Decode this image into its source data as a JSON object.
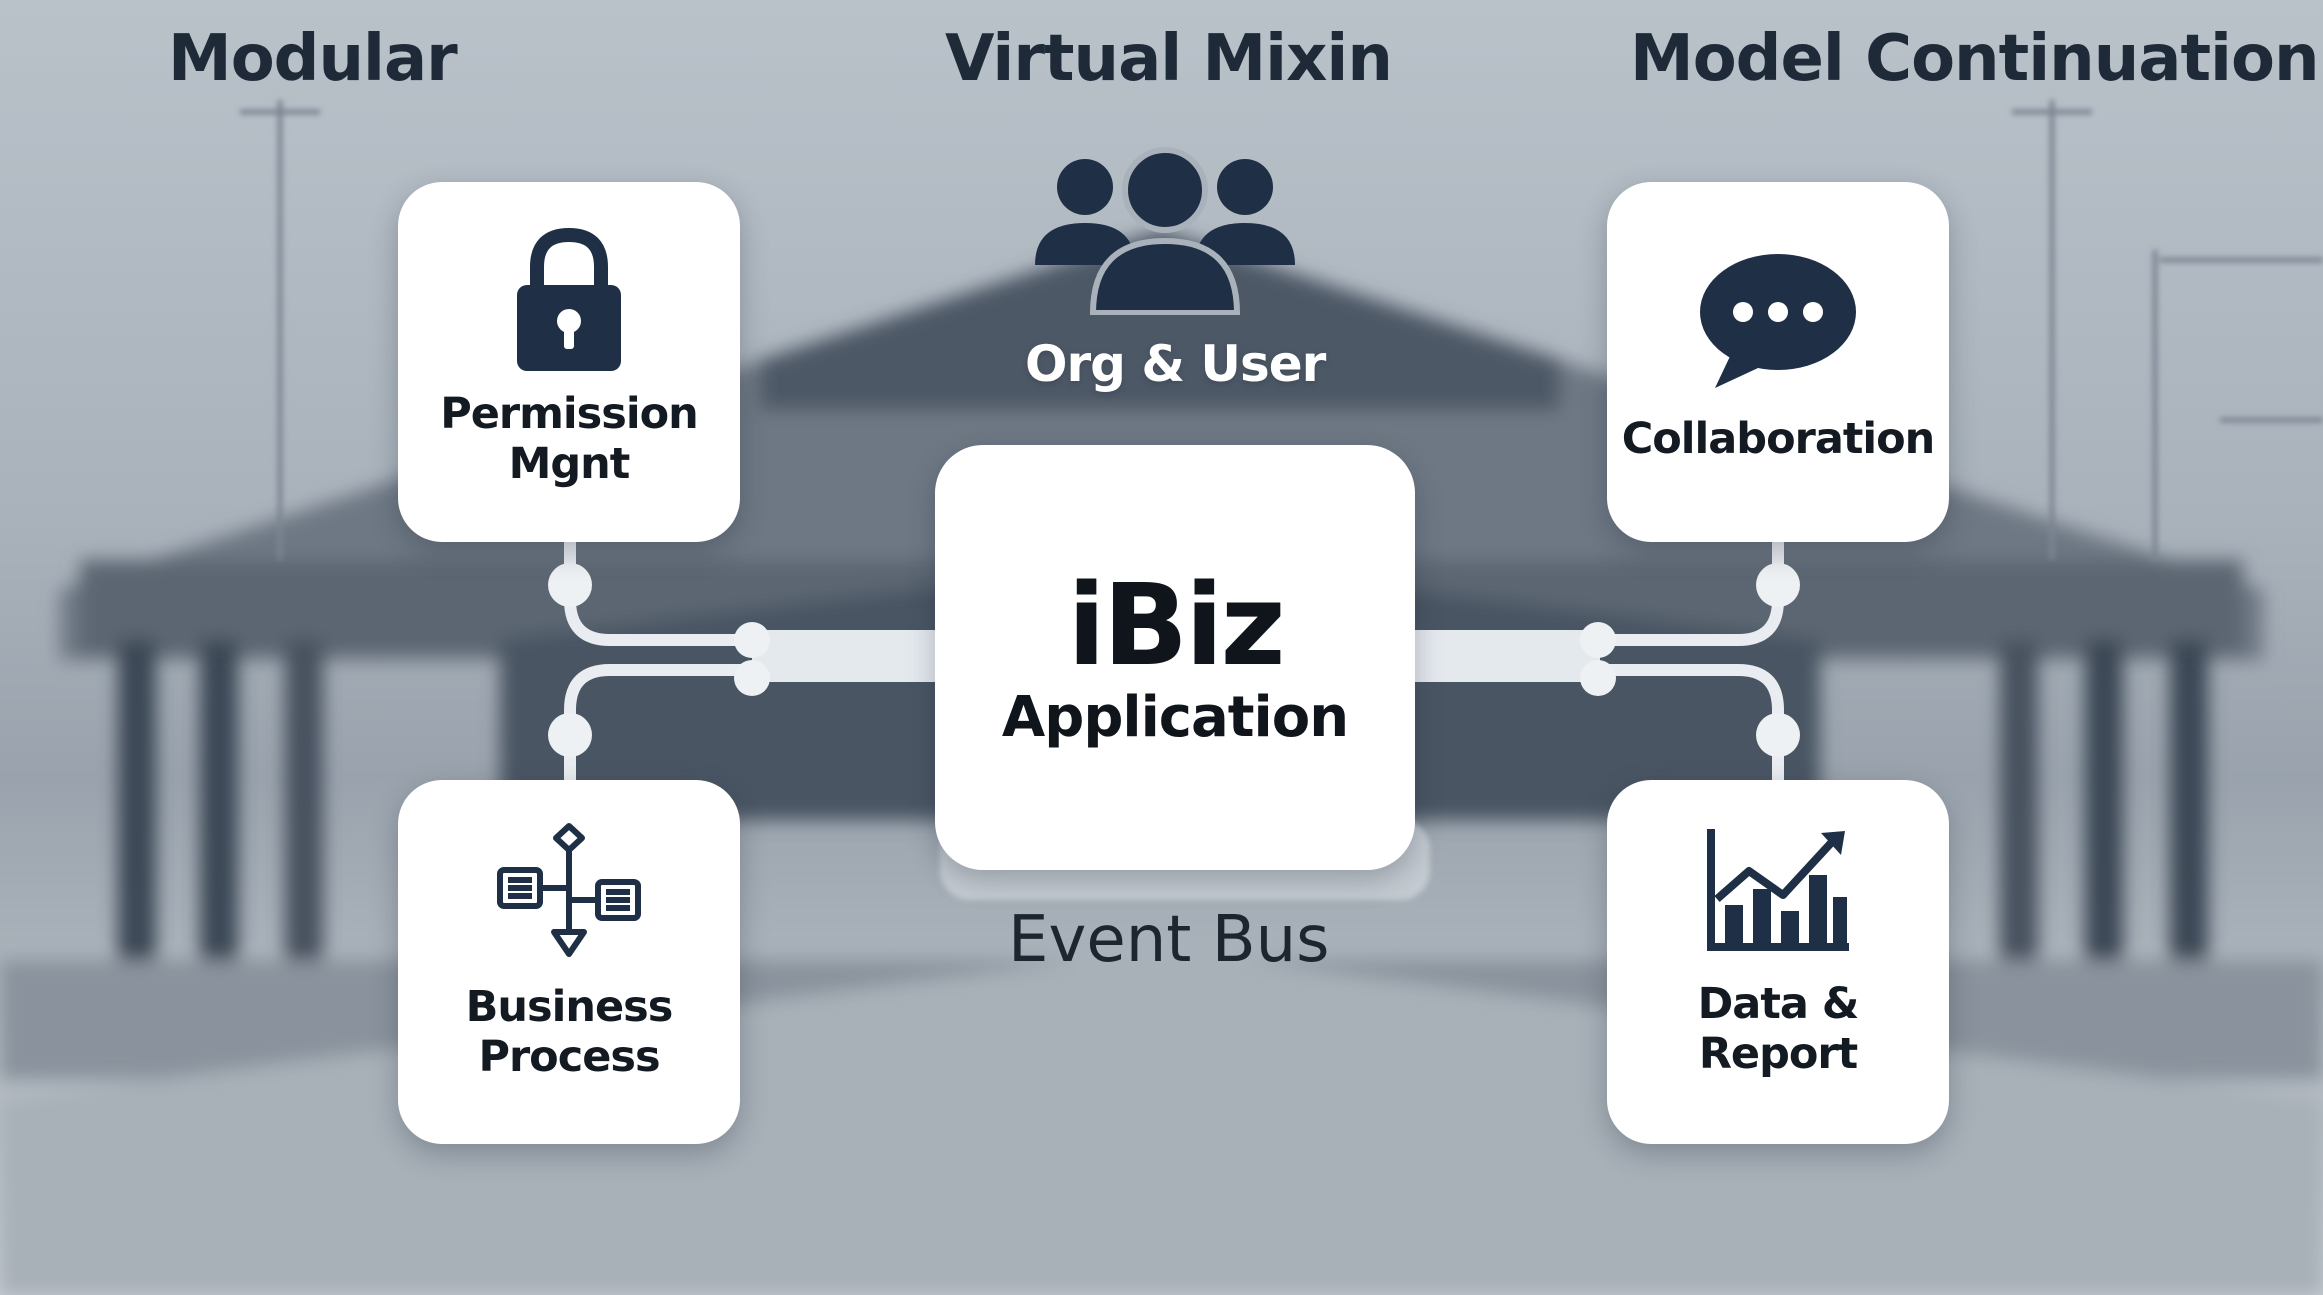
{
  "titles": {
    "left": "Modular",
    "middle": "Virtual Mixin",
    "right": "Model Continuation"
  },
  "org_user": {
    "label": "Org & User",
    "icon": "users-group-icon"
  },
  "center": {
    "title": "iBiz",
    "subtitle": "Application"
  },
  "bus_label": "Event Bus",
  "cards": {
    "permission": {
      "line1": "Permission",
      "line2": "Mgnt",
      "icon": "lock-icon"
    },
    "collaboration": {
      "line1": "Collaboration",
      "icon": "chat-bubble-icon"
    },
    "business": {
      "line1": "Business",
      "line2": "Process",
      "icon": "process-flow-icon"
    },
    "report": {
      "line1": "Data &",
      "line2": "Report",
      "icon": "bar-chart-icon"
    }
  },
  "colors": {
    "icon_dark": "#1f2f45",
    "text_dark": "#141a22",
    "connector": "#e9edf1",
    "card_bg": "#ffffff"
  }
}
